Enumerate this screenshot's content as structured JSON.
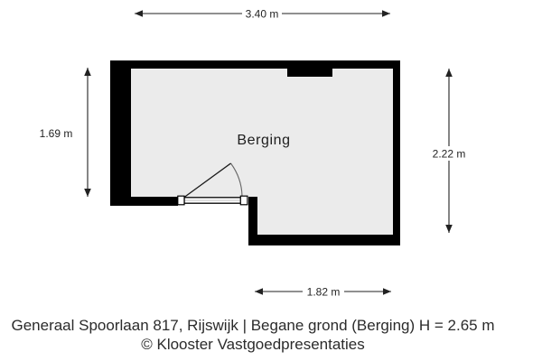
{
  "floorplan": {
    "room_label": "Berging",
    "dimensions": {
      "top": "3.40 m",
      "left": "1.69 m",
      "right": "2.22 m",
      "bottom": "1.82 m"
    },
    "colors": {
      "wall": "#000000",
      "floor": "#ebebeb",
      "dimension_line": "#222222",
      "swing_arc": "#666666"
    }
  },
  "caption": {
    "line1": "Generaal Spoorlaan 817, Rijswijk | Begane grond (Berging) H = 2.65 m",
    "line2": "© Klooster Vastgoedpresentaties"
  }
}
